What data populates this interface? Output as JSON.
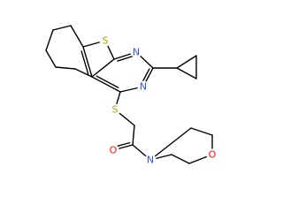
{
  "molecule": {
    "atoms": [
      {
        "id": "S1",
        "label": "S",
        "color": "#b3a000"
      },
      {
        "id": "N1",
        "label": "N",
        "color": "#3050f8"
      },
      {
        "id": "N2",
        "label": "N",
        "color": "#3050f8"
      },
      {
        "id": "S2",
        "label": "S",
        "color": "#b3a000"
      },
      {
        "id": "O1",
        "label": "O",
        "color": "#ff0d0d"
      },
      {
        "id": "N3",
        "label": "N",
        "color": "#3050f8"
      },
      {
        "id": "O2",
        "label": "O",
        "color": "#ff0d0d"
      }
    ],
    "bond_color": "#000000"
  }
}
